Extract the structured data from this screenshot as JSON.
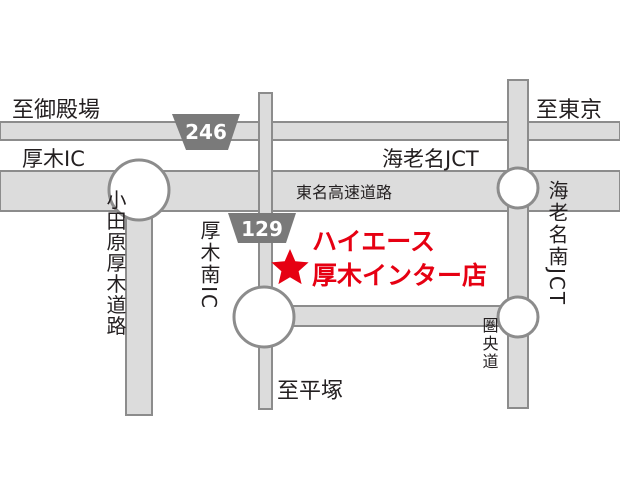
{
  "colors": {
    "road_fill": "#dcdcdc",
    "road_edge": "#8c8c8c",
    "interchange_fill": "#ffffff",
    "shield": "#7a7a7a",
    "text": "#231f20",
    "accent": "#e60012"
  },
  "icons": {
    "store_marker": "star-icon",
    "route_shield": "route-shield-icon"
  },
  "routes": {
    "route_246": "246",
    "route_129": "129"
  },
  "labels": {
    "to_gotemba": "至御殿場",
    "to_tokyo": "至東京",
    "to_hiratsuka": "至平塚",
    "atsugi_ic": "厚木IC",
    "ebina_jct": "海老名JCT",
    "tomei": "東名高速道路",
    "odawara_atsugi_road": "小田原厚木道路",
    "atsugi_minami_ic": "厚木南IC",
    "ken_o_road": "圏央道",
    "ebina_minami_jct": "海老名南JCT"
  },
  "store": {
    "name_line1": "ハイエース",
    "name_line2": "厚木インター店"
  }
}
